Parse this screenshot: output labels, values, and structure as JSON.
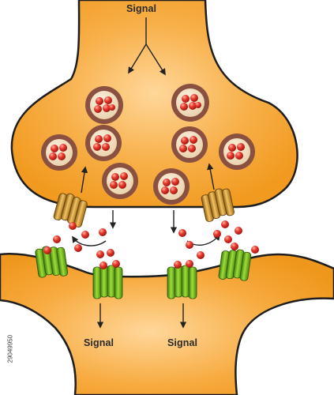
{
  "labels": {
    "signal_top": "Signal",
    "signal_bottom_left": "Signal",
    "signal_bottom_right": "Signal",
    "stock_id": "29049950"
  },
  "colors": {
    "neuron_fill": "#f7a93a",
    "neuron_outline": "#1e1e1e",
    "vesicle_fill": "#8a5140",
    "vesicle_inner": "#f4e4c8",
    "transmitter": "#e2342a",
    "transporter": "#d09a2c",
    "receptor": "#6fae1e",
    "arrow": "#222222"
  },
  "icons": {
    "vesicle": "vesicle-icon",
    "transporter": "transporter-icon",
    "receptor": "receptor-icon",
    "neurotransmitter": "neurotransmitter-icon"
  }
}
